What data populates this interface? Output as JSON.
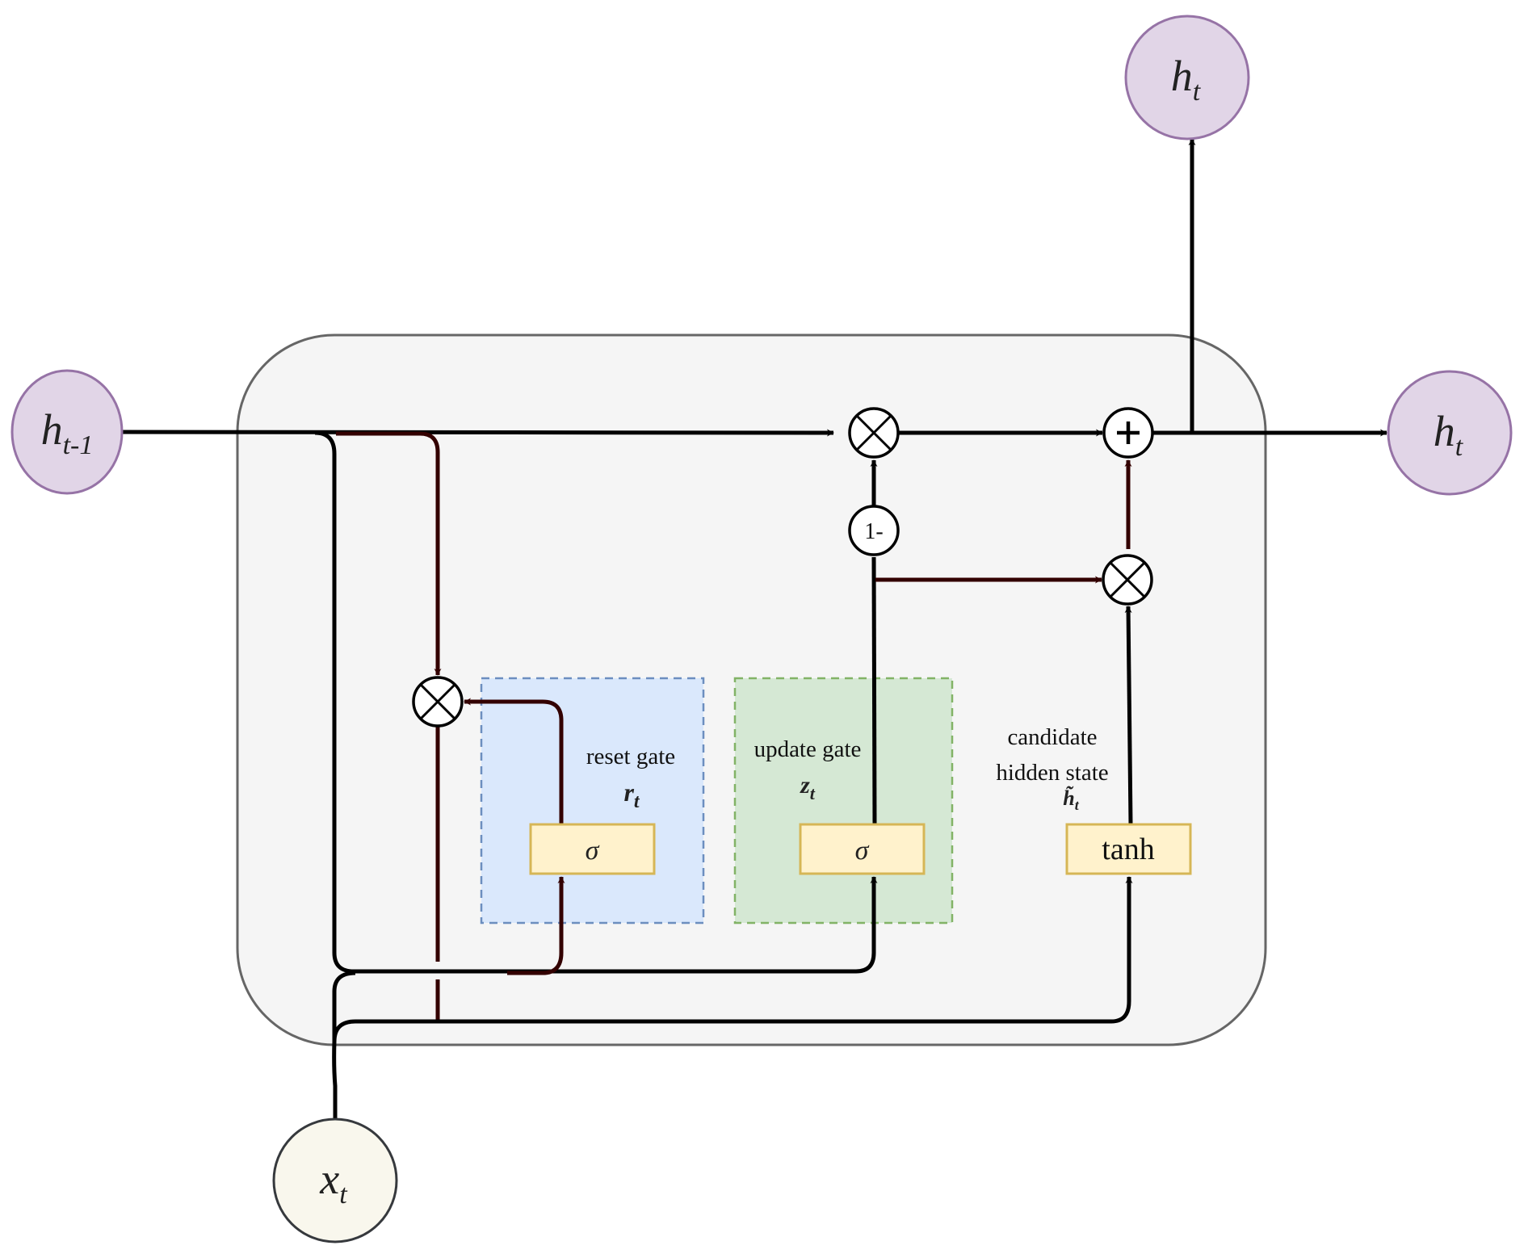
{
  "diagram": {
    "type": "GRU cell",
    "nodes": {
      "h_prev": {
        "base": "h",
        "sub": "t-1"
      },
      "h_out_top": {
        "base": "h",
        "sub": "t"
      },
      "h_out_right": {
        "base": "h",
        "sub": "t"
      },
      "x_in": {
        "base": "x",
        "sub": "t"
      }
    },
    "operators": {
      "mult_symbol": "⊗",
      "add_symbol": "+",
      "one_minus": "1-"
    },
    "gates": {
      "reset": {
        "label": "reset gate",
        "var_base": "r",
        "var_sub": "t",
        "activation": "σ"
      },
      "update": {
        "label": "update gate",
        "var_base": "z",
        "var_sub": "t",
        "activation": "σ"
      },
      "candidate": {
        "label_line1": "candidate",
        "label_line2": "hidden state",
        "var_base": "h̃",
        "var_sub": "t",
        "activation": "tanh"
      }
    },
    "colors": {
      "state_fill": "#e1d5e7",
      "state_stroke": "#9673a6",
      "input_fill": "#f9f7ed",
      "input_stroke": "#36393d",
      "cell_fill": "#f5f5f5",
      "cell_stroke": "#666666",
      "reset_fill": "#dae8fc",
      "reset_stroke": "#6c8ebf",
      "update_fill": "#d5e8d4",
      "update_stroke": "#82b366",
      "activation_fill": "#fff2cc",
      "activation_stroke": "#d6b656",
      "wire_black": "#000000",
      "wire_darkred": "#330000"
    }
  }
}
